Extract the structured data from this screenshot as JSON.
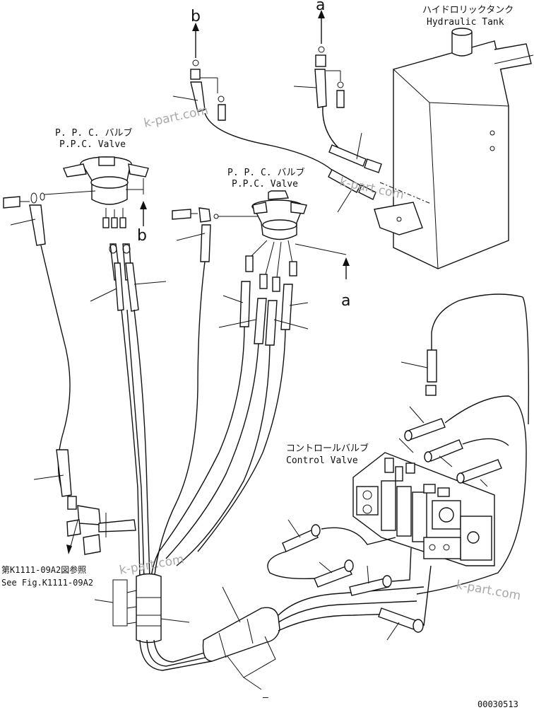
{
  "labels": {
    "hydraulic_tank_jp": "ハイドロリックタンク",
    "hydraulic_tank_en": "Hydraulic Tank",
    "ppc_valve_left_jp": "P. P. C. バルブ",
    "ppc_valve_left_en": "P.P.C. Valve",
    "ppc_valve_right_jp": "P. P. C. バルブ",
    "ppc_valve_right_en": "P.P.C. Valve",
    "control_valve_jp": "コントロールバルブ",
    "control_valve_en": "Control Valve",
    "see_fig_jp": "第K1111-09A2図参照",
    "see_fig_en": "See Fig.K1111-09A2",
    "figure_number": "00030513",
    "dash_mark": "–"
  },
  "connectors": {
    "a_top": "a",
    "b_top": "b",
    "b_ppc": "b",
    "a_ppc": "a"
  },
  "watermarks": {
    "wm1": "k-part.com",
    "wm2": "k-part.com",
    "wm3": "k-part.com",
    "wm4": "k-part.com"
  },
  "colors": {
    "line": "#111111",
    "watermark": "#a8a8a8"
  }
}
